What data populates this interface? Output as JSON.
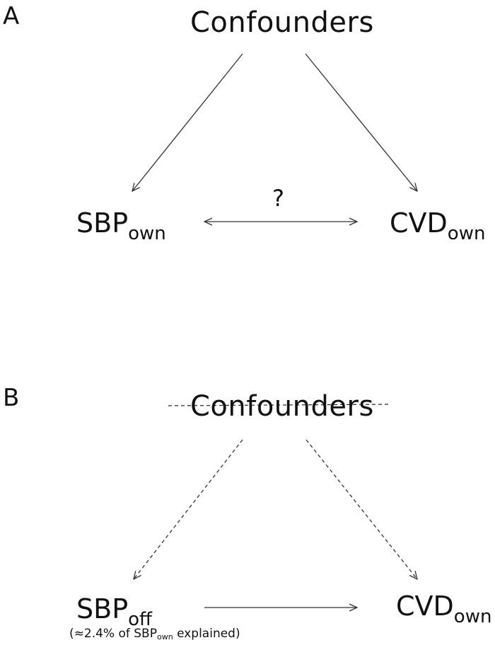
{
  "panel_a": {
    "letter": "A",
    "top_node": "Confounders",
    "left_node": {
      "main": "SBP",
      "sub": "own"
    },
    "right_node": {
      "main": "CVD",
      "sub": "own"
    },
    "question_mark": "?"
  },
  "panel_b": {
    "letter": "B",
    "top_node": "Confounders",
    "left_node": {
      "main": "SBP",
      "sub": "off"
    },
    "right_node": {
      "main": "CVD",
      "sub": "own"
    },
    "note": {
      "before": "(≈2.4% of SBP",
      "sub": "own",
      "after": " explained)"
    }
  }
}
